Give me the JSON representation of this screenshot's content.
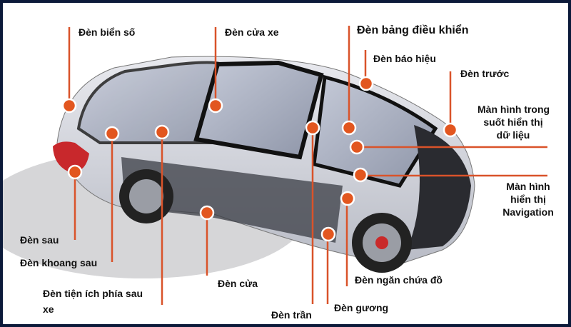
{
  "title": "Car lighting and display components",
  "colors": {
    "accent": "#e2561f",
    "line": "#d9532a",
    "frame": "#0c1a3a"
  },
  "labels": {
    "license_plate": "Đèn biển số",
    "door_courtesy": "Đèn cửa xe",
    "dashboard": "Đèn bảng điều khiển",
    "signal": "Đèn báo hiệu",
    "headlight": "Đèn trước",
    "hud": [
      "Màn hình trong",
      "suốt hiển thị",
      "dữ liệu"
    ],
    "navigation": [
      "Màn hình",
      "hiển thị",
      "Navigation"
    ],
    "rear": "Đèn sau",
    "trunk": "Đèn khoang sau",
    "rear_utility": [
      "Đèn tiện ích phía sau",
      "xe"
    ],
    "door": "Đèn cửa",
    "ceiling": "Đèn trần",
    "mirror": "Đèn gương",
    "glovebox": "Đèn ngăn chứa đồ"
  }
}
